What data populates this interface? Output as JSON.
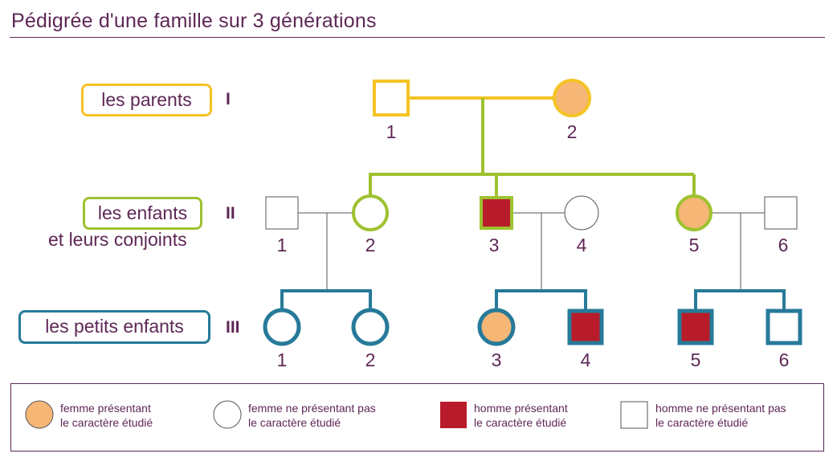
{
  "title": "Pédigrée d'une famille sur 3 générations",
  "colors": {
    "text": "#5e2756",
    "gen1": "#f5c324",
    "gen2": "#9ec230",
    "gen3": "#277a99",
    "affected_female": "#f5b676",
    "affected_male": "#b81c2a",
    "unaffected_stroke": "#555555"
  },
  "generations": [
    {
      "roman": "I",
      "label": "les parents",
      "sublabel": ""
    },
    {
      "roman": "II",
      "label": "les enfants",
      "sublabel": "et leurs conjoints"
    },
    {
      "roman": "III",
      "label": "les petits enfants",
      "sublabel": ""
    }
  ],
  "individuals": {
    "I": [
      {
        "number": "1",
        "sex": "male",
        "affected": false
      },
      {
        "number": "2",
        "sex": "female",
        "affected": true
      }
    ],
    "II": [
      {
        "number": "1",
        "sex": "male",
        "affected": false
      },
      {
        "number": "2",
        "sex": "female",
        "affected": false
      },
      {
        "number": "3",
        "sex": "male",
        "affected": true
      },
      {
        "number": "4",
        "sex": "female",
        "affected": false
      },
      {
        "number": "5",
        "sex": "female",
        "affected": true
      },
      {
        "number": "6",
        "sex": "male",
        "affected": false
      }
    ],
    "III": [
      {
        "number": "1",
        "sex": "female",
        "affected": false
      },
      {
        "number": "2",
        "sex": "female",
        "affected": false
      },
      {
        "number": "3",
        "sex": "female",
        "affected": true
      },
      {
        "number": "4",
        "sex": "male",
        "affected": true
      },
      {
        "number": "5",
        "sex": "male",
        "affected": true
      },
      {
        "number": "6",
        "sex": "male",
        "affected": false
      }
    ]
  },
  "legend": [
    {
      "line1": "femme présentant",
      "line2": "le caractère étudié"
    },
    {
      "line1": "femme ne présentant pas",
      "line2": "le caractère étudié"
    },
    {
      "line1": "homme présentant",
      "line2": "le caractère étudié"
    },
    {
      "line1": "homme ne présentant pas",
      "line2": "le caractère étudié"
    }
  ]
}
